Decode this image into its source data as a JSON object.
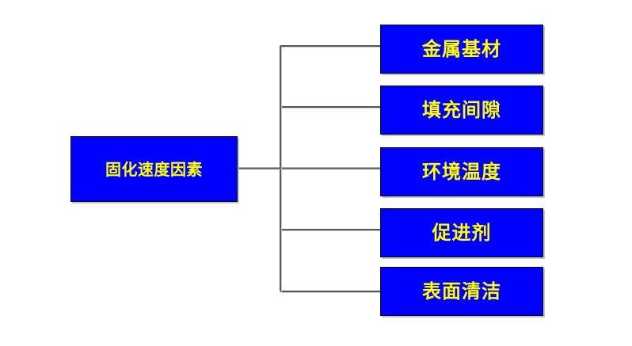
{
  "diagram": {
    "type": "tree-hierarchy",
    "title": "固化速度因素",
    "background_color": "#FFFFFF",
    "node_fill_color": "#0000FE",
    "node_text_color": "#FFFF00",
    "node_border_color": "#0D0D0D",
    "connector_color": "#595959",
    "root": {
      "label": "固化速度因素"
    },
    "branches": [
      {
        "label": "金属基材"
      },
      {
        "label": "填充间隙"
      },
      {
        "label": "环境温度"
      },
      {
        "label": "促进剂"
      },
      {
        "label": "表面清洁"
      }
    ]
  }
}
